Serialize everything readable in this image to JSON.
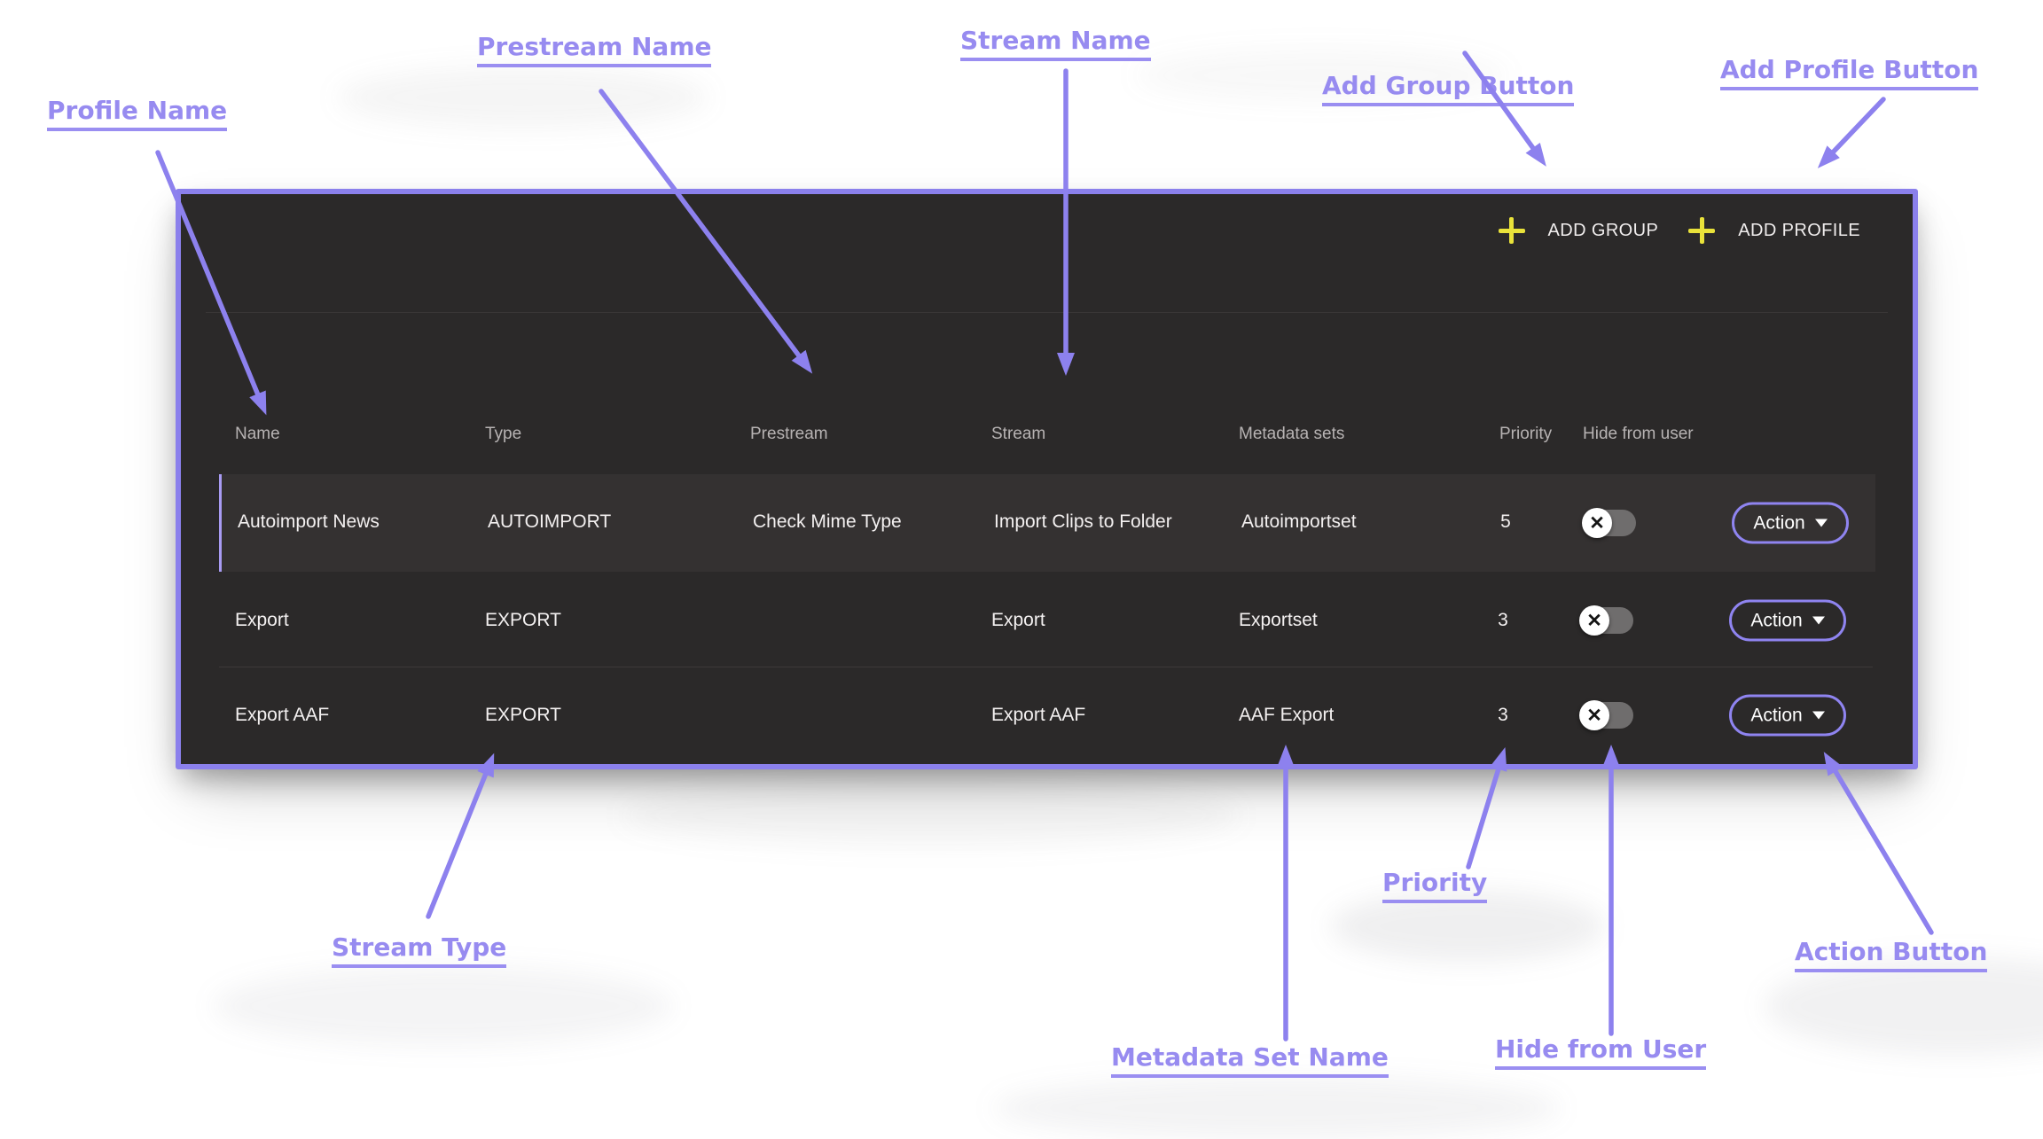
{
  "panel": {
    "toolbar": {
      "add_group": "ADD GROUP",
      "add_profile": "ADD PROFILE"
    },
    "columns": {
      "name": "Name",
      "type": "Type",
      "prestream": "Prestream",
      "stream": "Stream",
      "metadata": "Metadata sets",
      "priority": "Priority",
      "hide": "Hide from user"
    },
    "toggle_glyph": "✕",
    "rows": [
      {
        "name": "Autoimport News",
        "type": "AUTOIMPORT",
        "prestream": "Check Mime Type",
        "stream": "Import Clips to Folder",
        "metadata": "Autoimportset",
        "priority": "5",
        "hide_from_user": "off",
        "action": "Action",
        "selected": true
      },
      {
        "name": "Export",
        "type": "EXPORT",
        "prestream": "",
        "stream": "Export",
        "metadata": "Exportset",
        "priority": "3",
        "hide_from_user": "off",
        "action": "Action",
        "selected": false
      },
      {
        "name": "Export AAF",
        "type": "EXPORT",
        "prestream": "",
        "stream": "Export AAF",
        "metadata": "AAF Export",
        "priority": "3",
        "hide_from_user": "off",
        "action": "Action",
        "selected": false
      }
    ]
  },
  "annotations": {
    "profile_name": "Profile Name",
    "prestream_name": "Prestream Name",
    "stream_name": "Stream Name",
    "add_group_button": "Add Group Button",
    "add_profile_button": "Add Profile Button",
    "stream_type": "Stream Type",
    "metadata_set_name": "Metadata Set Name",
    "priority": "Priority",
    "hide_from_user": "Hide from User",
    "action_button": "Action Button"
  },
  "colors": {
    "annotation_purple": "#978bf0",
    "panel_border": "#8b80ec",
    "panel_bg": "#2b2929",
    "selected_row_bg": "#343131",
    "plus_yellow": "#e9e23a",
    "action_border": "#8f84f0",
    "header_text": "#b7b3b3",
    "cell_text": "#f3f0f0"
  }
}
